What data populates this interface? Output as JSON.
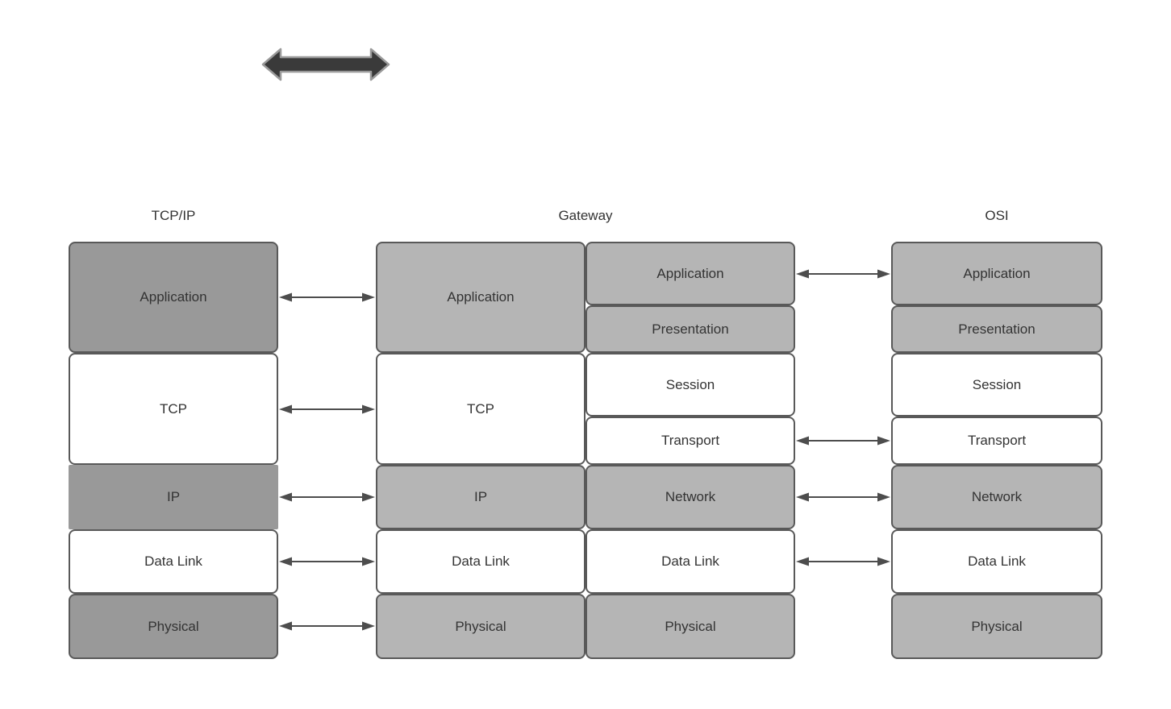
{
  "headers": {
    "tcpip": "TCP/IP",
    "gateway": "Gateway",
    "osi": "OSI"
  },
  "tcpip_stack": {
    "layers": [
      {
        "label": "Application",
        "tone": "dark"
      },
      {
        "label": "TCP",
        "tone": "white"
      },
      {
        "label": "IP",
        "tone": "dark",
        "borderless": true
      },
      {
        "label": "Data Link",
        "tone": "white"
      },
      {
        "label": "Physical",
        "tone": "dark"
      }
    ]
  },
  "gateway_left_stack": {
    "layers": [
      {
        "label": "Application",
        "tone": "light"
      },
      {
        "label": "TCP",
        "tone": "white"
      },
      {
        "label": "IP",
        "tone": "light"
      },
      {
        "label": "Data Link",
        "tone": "white"
      },
      {
        "label": "Physical",
        "tone": "light"
      }
    ]
  },
  "gateway_right_stack": {
    "layers": [
      {
        "label": "Application",
        "tone": "light"
      },
      {
        "label": "Presentation",
        "tone": "light"
      },
      {
        "label": "Session",
        "tone": "white"
      },
      {
        "label": "Transport",
        "tone": "white"
      },
      {
        "label": "Network",
        "tone": "light"
      },
      {
        "label": "Data Link",
        "tone": "white"
      },
      {
        "label": "Physical",
        "tone": "light"
      }
    ]
  },
  "osi_stack": {
    "layers": [
      {
        "label": "Application",
        "tone": "light"
      },
      {
        "label": "Presentation",
        "tone": "light"
      },
      {
        "label": "Session",
        "tone": "white"
      },
      {
        "label": "Transport",
        "tone": "white"
      },
      {
        "label": "Network",
        "tone": "light"
      },
      {
        "label": "Data Link",
        "tone": "white"
      },
      {
        "label": "Physical",
        "tone": "light"
      }
    ]
  },
  "icons": {
    "thick_double_arrow": "left-right-double-arrow",
    "layer_link_arrow": "left-right-double-arrow"
  },
  "colors": {
    "background": "#ffffff",
    "dark_gray_fill": "#999999",
    "light_gray_fill": "#b5b5b5",
    "white_fill": "#ffffff",
    "box_border": "#595959",
    "thin_arrow": "#4d4d4d",
    "thick_arrow_fill": "#3a3a3a",
    "thick_arrow_outline": "#9a9a9a",
    "text": "#333333"
  }
}
